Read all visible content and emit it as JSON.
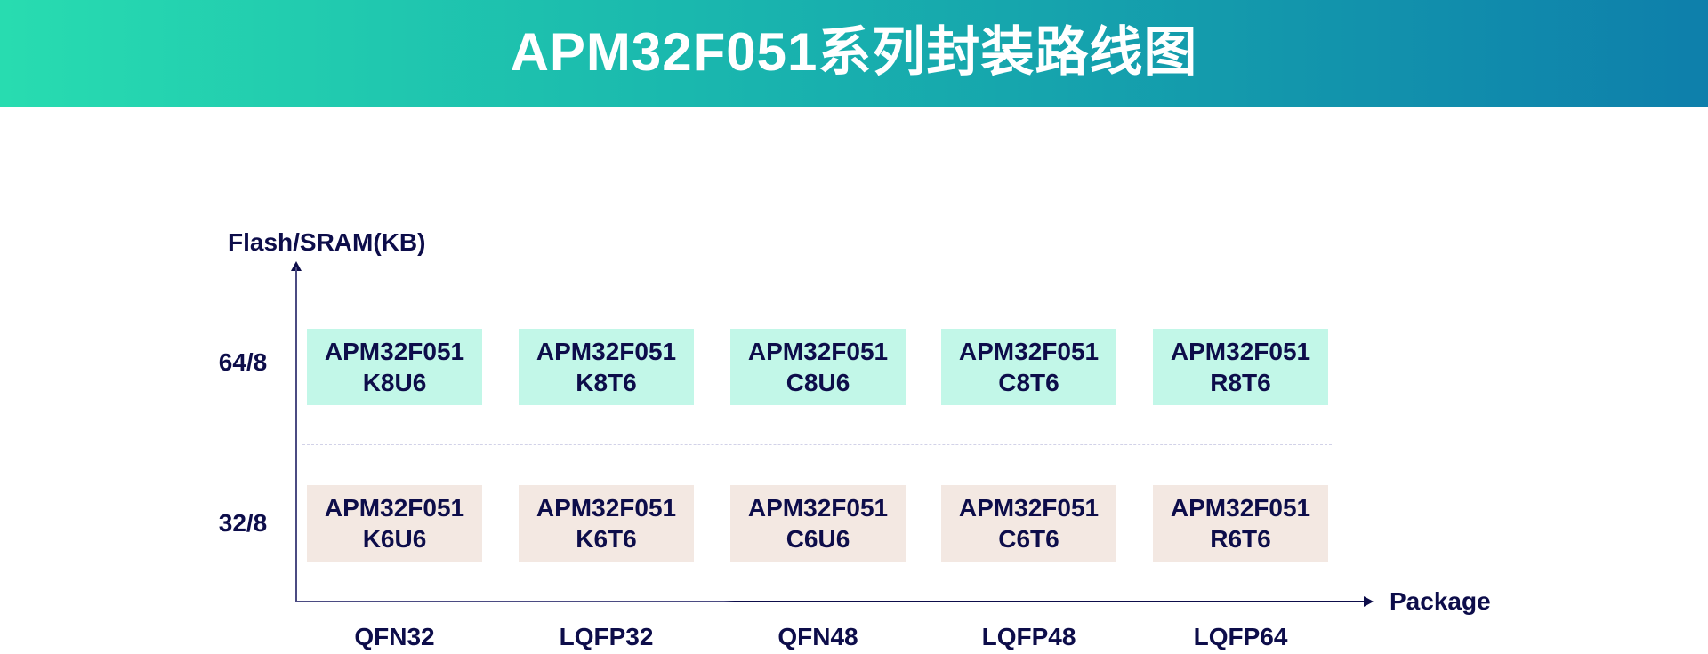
{
  "header": {
    "title": "APM32F051系列封装路线图",
    "gradient_start": "#28dcb0",
    "gradient_end": "#0e7fab"
  },
  "chart_data": {
    "type": "table",
    "title": "APM32F051系列封装路线图",
    "ylabel": "Flash/SRAM(KB)",
    "xlabel": "Package",
    "categories": [
      "QFN32",
      "LQFP32",
      "QFN48",
      "LQFP48",
      "LQFP64"
    ],
    "y_levels": [
      "64/8",
      "32/8"
    ],
    "grid": {
      "rows": [
        {
          "level": "64/8",
          "color": "#c2f7e8",
          "parts": [
            "APM32F051 K8U6",
            "APM32F051 K8T6",
            "APM32F051 C8U6",
            "APM32F051 C8T6",
            "APM32F051 R8T6"
          ]
        },
        {
          "level": "32/8",
          "color": "#f3e8e2",
          "parts": [
            "APM32F051 K6U6",
            "APM32F051 K6T6",
            "APM32F051 C6U6",
            "APM32F051 C6T6",
            "APM32F051 R6T6"
          ]
        }
      ]
    }
  },
  "axes": {
    "y_title": "Flash/SRAM(KB)",
    "x_title": "Package",
    "y_ticks": [
      "64/8",
      "32/8"
    ],
    "x_ticks": [
      "QFN32",
      "LQFP32",
      "QFN48",
      "LQFP48",
      "LQFP64"
    ]
  },
  "rows": {
    "r64": [
      {
        "series": "APM32F051",
        "suffix": "K8U6"
      },
      {
        "series": "APM32F051",
        "suffix": "K8T6"
      },
      {
        "series": "APM32F051",
        "suffix": "C8U6"
      },
      {
        "series": "APM32F051",
        "suffix": "C8T6"
      },
      {
        "series": "APM32F051",
        "suffix": "R8T6"
      }
    ],
    "r32": [
      {
        "series": "APM32F051",
        "suffix": "K6U6"
      },
      {
        "series": "APM32F051",
        "suffix": "K6T6"
      },
      {
        "series": "APM32F051",
        "suffix": "C6U6"
      },
      {
        "series": "APM32F051",
        "suffix": "C6T6"
      },
      {
        "series": "APM32F051",
        "suffix": "R6T6"
      }
    ]
  },
  "colors": {
    "text": "#0d0d4a",
    "row_64_bg": "#c2f7e8",
    "row_32_bg": "#f3e8e2",
    "divider": "#d2d2e8"
  }
}
